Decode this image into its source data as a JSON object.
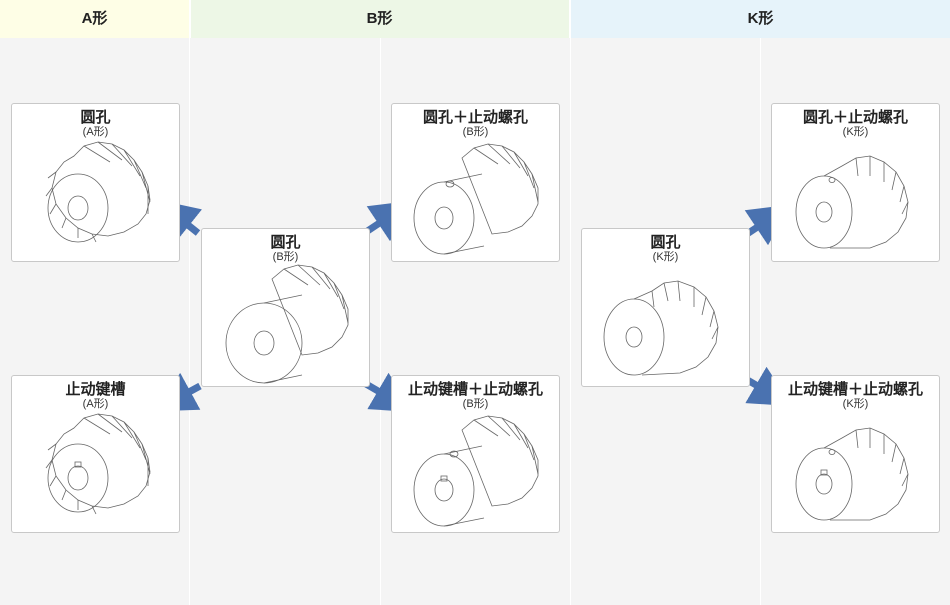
{
  "headers": {
    "a": "A形",
    "b": "B形",
    "k": "K形"
  },
  "cards": {
    "a_round": {
      "title": "圆孔",
      "sub": "(A形)"
    },
    "a_keyway": {
      "title": "止动键槽",
      "sub": "(A形)"
    },
    "b_round": {
      "title": "圆孔",
      "sub": "(B形)"
    },
    "b_round_screw": {
      "title": "圆孔＋止动螺孔",
      "sub": "(B形)"
    },
    "b_key_screw": {
      "title": "止动键槽＋止动螺孔",
      "sub": "(B形)"
    },
    "k_round": {
      "title": "圆孔",
      "sub": "(K形)"
    },
    "k_round_screw": {
      "title": "圆孔＋止动螺孔",
      "sub": "(K形)"
    },
    "k_key_screw": {
      "title": "止动键槽＋止动螺孔",
      "sub": "(K形)"
    }
  },
  "colors": {
    "arrow": "#4a72b0",
    "card_border": "#c8c8c8",
    "panel_bg": "#f4f4f4"
  }
}
